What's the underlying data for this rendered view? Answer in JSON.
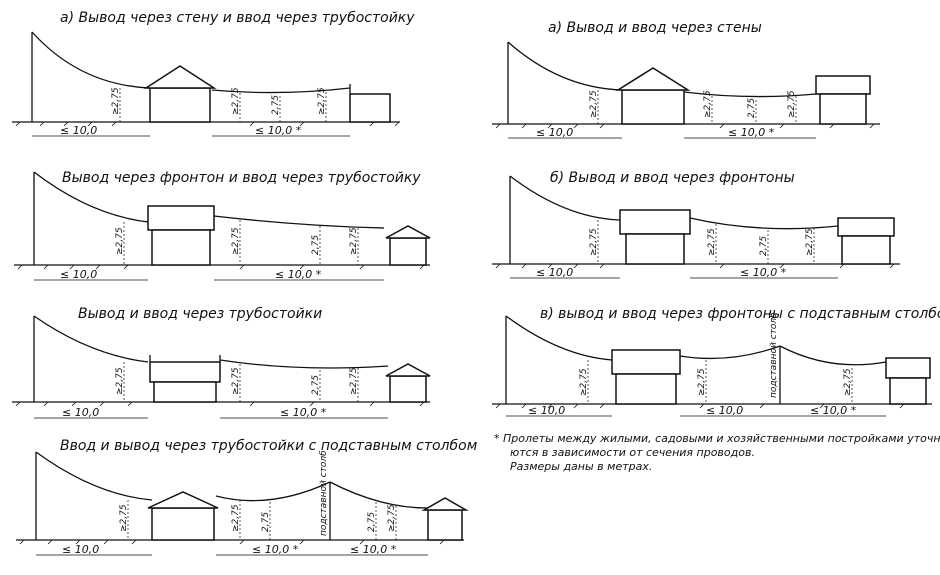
{
  "panels": [
    {
      "id": "a-left",
      "title": "а) Вывод через стену и ввод через трубостойку",
      "labels": {
        "h_house": "≥2,75",
        "h1": "≥2,75",
        "h2": "2,75",
        "h3": "≥2,75"
      },
      "spans": {
        "s1": "≤ 10,0",
        "s2": "≤ 10,0 *"
      }
    },
    {
      "id": "b-left",
      "title": "Вывод через фронтон и ввод через трубостойку",
      "labels": {
        "h_house": "≥2,75",
        "h1": "≥2,75",
        "h2": "2,75",
        "h3": "≥2,75"
      },
      "spans": {
        "s1": "≤ 10,0",
        "s2": "≤ 10,0 *"
      }
    },
    {
      "id": "c-left",
      "title": "Вывод и ввод через трубостойки",
      "labels": {
        "h_house": "≥2,75",
        "h1": "≥2,75",
        "h2": "2,75",
        "h3": "≥2,75"
      },
      "spans": {
        "s1": "≤ 10,0",
        "s2": "≤ 10,0 *"
      }
    },
    {
      "id": "d-left",
      "title": "Ввод и вывод через трубостойки с подставным столбом",
      "labels": {
        "h_house": "≥2,75",
        "h1": "≥2,75",
        "h2": "2,75",
        "pole": "подставной столб",
        "h3": "2,75",
        "h4": "≥2,75"
      },
      "spans": {
        "s1": "≤ 10,0",
        "s2": "≤ 10,0 *",
        "s3": "≤ 10,0 *"
      }
    },
    {
      "id": "a-right",
      "title": "а) Вывод и ввод через стены",
      "labels": {
        "h_house": "≥2,75",
        "h1": "≥2,75",
        "h2": "2,75",
        "h3": "≥2,75"
      },
      "spans": {
        "s1": "≤ 10,0",
        "s2": "≤ 10,0 *"
      }
    },
    {
      "id": "b-right",
      "title": "б) Вывод и ввод через фронтоны",
      "labels": {
        "h_house": "≥2,75",
        "h1": "≥2,75",
        "h2": "2,75",
        "h3": "≥2,75"
      },
      "spans": {
        "s1": "≤ 10,0",
        "s2": "≤ 10,0 *"
      }
    },
    {
      "id": "c-right",
      "title": "в) вывод и ввод через фронтоны с подставным столбом",
      "labels": {
        "h_house": "≥2,75",
        "h1": "≥2,75",
        "pole": "подставной столб",
        "h3": "≥2,75"
      },
      "spans": {
        "s1": "≤ 10,0",
        "s2": "≤ 10,0",
        "s3": "≤ 10,0 *"
      }
    }
  ],
  "footnote": {
    "line1": "* Пролеты между жилыми, садовыми и хозяйственными постройками уточня-",
    "line2": "ются в зависимости от сечения проводов.",
    "line3": "Размеры даны в метрах."
  }
}
